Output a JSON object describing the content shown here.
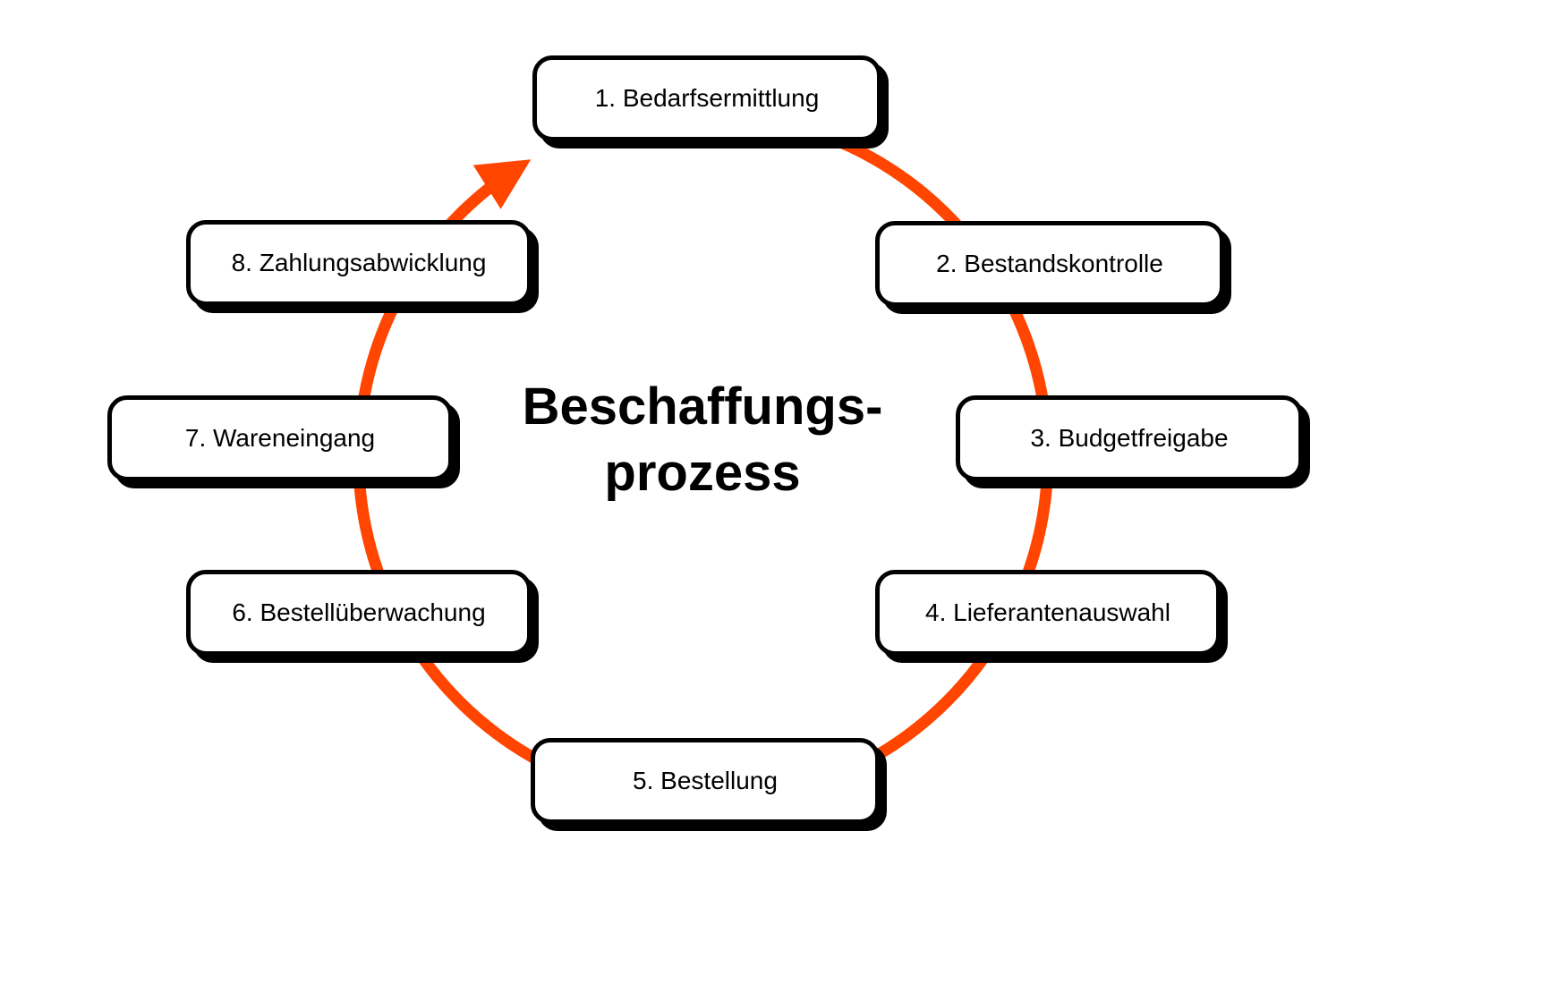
{
  "title": {
    "line1": "Beschaffungs-",
    "line2": "prozess"
  },
  "steps": [
    {
      "label": "1. Bedarfsermittlung"
    },
    {
      "label": "2. Bestandskontrolle"
    },
    {
      "label": "3. Budgetfreigabe"
    },
    {
      "label": "4. Lieferantenauswahl"
    },
    {
      "label": "5. Bestellung"
    },
    {
      "label": "6. Bestellüberwachung"
    },
    {
      "label": "7. Wareneingang"
    },
    {
      "label": "8. Zahlungsabwicklung"
    }
  ],
  "colors": {
    "ring": "#FF4500",
    "box_border": "#000000",
    "box_fill": "#FFFFFF",
    "text": "#000000",
    "background": "#FFFFFF"
  }
}
